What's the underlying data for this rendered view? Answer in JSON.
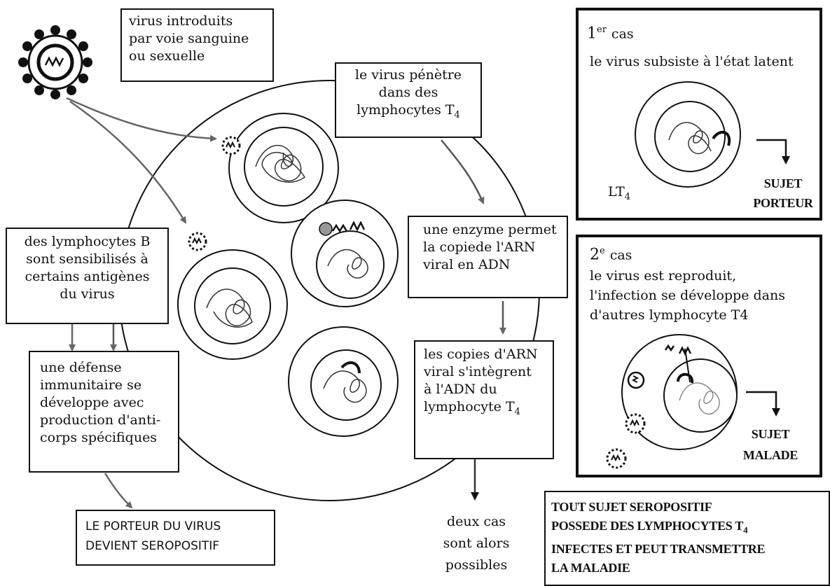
{
  "intro": [
    "virus introduits",
    "par voie sanguine",
    "ou sexuelle"
  ],
  "penetration": [
    "le virus pénètre",
    "dans des",
    "lymphocytes T",
    "4"
  ],
  "lymphB": [
    "des lymphocytes B",
    "sont sensibilisés à",
    "certains antigènes",
    "du virus"
  ],
  "enzyme": [
    "une enzyme permet",
    "la copiede l'ARN",
    "viral en ADN"
  ],
  "integration": [
    "les copies d'ARN",
    "viral s'intègrent",
    "à l'ADN du",
    "lymphocyte T",
    "4"
  ],
  "defense": [
    "une défense",
    "immunitaire se",
    "développe avec",
    "production d'anti-",
    "corps spécifiques"
  ],
  "seropositive": [
    "LE PORTEUR DU VIRUS",
    "DEVIENT SEROPOSITIF"
  ],
  "two_cases": [
    "deux cas",
    "sont alors",
    "possibles"
  ],
  "case1": {
    "num": "1",
    "sup": "er",
    "word": "cas",
    "text": "le virus subsiste à l'état latent",
    "cell_label": "LT",
    "cell_sub": "4",
    "result": [
      "SUJET",
      "PORTEUR"
    ]
  },
  "case2": {
    "num": "2",
    "sup": "e",
    "word": "cas",
    "text": [
      "le virus est reproduit,",
      "l'infection se développe dans",
      "d'autres lymphocyte T4"
    ],
    "result": [
      "SUJET",
      "MALADE"
    ]
  },
  "conclusion": [
    "TOUT SUJET SEROPOSITIF",
    "POSSEDE DES LYMPHOCYTES T",
    "4",
    "INFECTES ET PEUT TRANSMETTRE",
    "LA MALADIE"
  ]
}
